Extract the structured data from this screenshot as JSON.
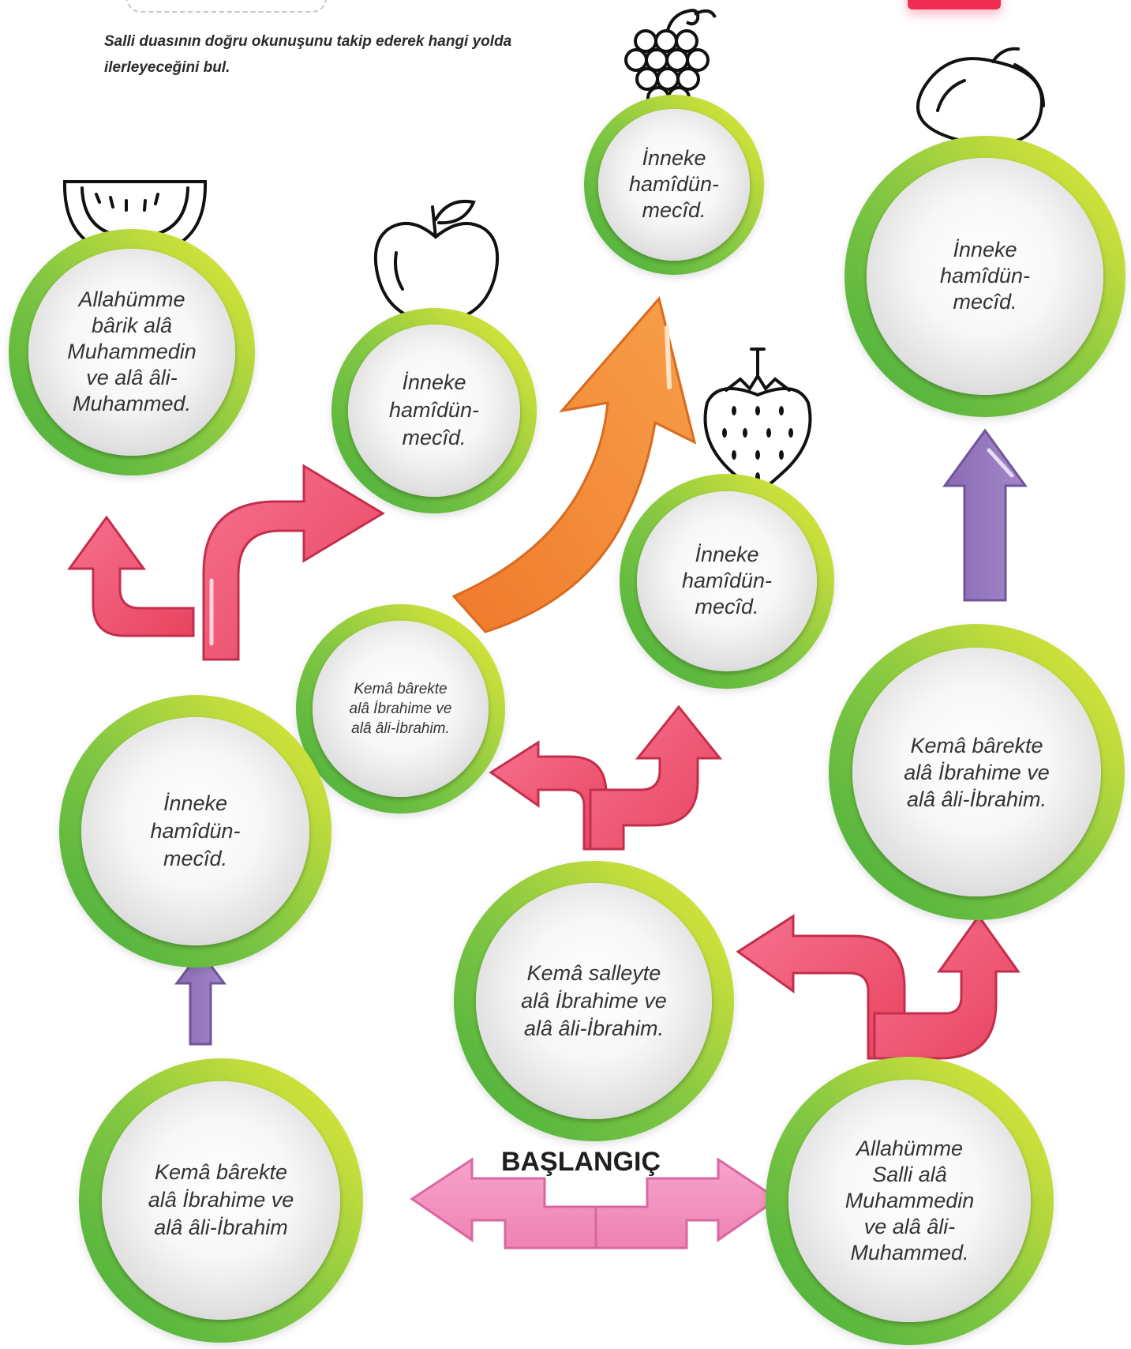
{
  "instruction": "Salli duasının doğru okunuşunu takip ederek hangi yolda ilerleyeceğini bul.",
  "start_label": "BAŞLANGIÇ",
  "colors": {
    "green_ring": "#7fc643",
    "pink_arrow": "#ef5679",
    "light_pink_arrow": "#f291be",
    "orange_arrow": "#f3893a",
    "purple_arrow": "#8f72b8",
    "corner_badge": "#ef2d52"
  },
  "icons": [
    "watermelon-icon",
    "apple-icon",
    "grapes-icon",
    "strawberry-icon",
    "mango-icon"
  ],
  "nodes": [
    {
      "id": "watermelon",
      "text": "Allahümme\nbârik alâ\nMuhammedin\nve alâ âli-\nMuhammed."
    },
    {
      "id": "apple",
      "text": "İnneke\nhamîdün-\nmecîd."
    },
    {
      "id": "grapes",
      "text": "İnneke\nhamîdün-\nmecîd."
    },
    {
      "id": "mango",
      "text": "İnneke\nhamîdün-\nmecîd."
    },
    {
      "id": "strawberry",
      "text": "İnneke\nhamîdün-\nmecîd."
    },
    {
      "id": "center",
      "text": "Kemâ bârekte\nalâ İbrahime ve\nalâ âli-İbrahim."
    },
    {
      "id": "left-mid",
      "text": "İnneke\nhamîdün-\nmecîd."
    },
    {
      "id": "right-mid",
      "text": "Kemâ bârekte\nalâ İbrahime ve\nalâ âli-İbrahim."
    },
    {
      "id": "salleyte",
      "text": "Kemâ salleyte\nalâ İbrahime ve\nalâ âli-İbrahim."
    },
    {
      "id": "bottom-left",
      "text": "Kemâ bârekte\nalâ İbrahime ve\nalâ âli-İbrahim"
    },
    {
      "id": "start",
      "text": "Allahümme\nSalli alâ\nMuhammedin\nve alâ âli-\nMuhammed."
    }
  ]
}
